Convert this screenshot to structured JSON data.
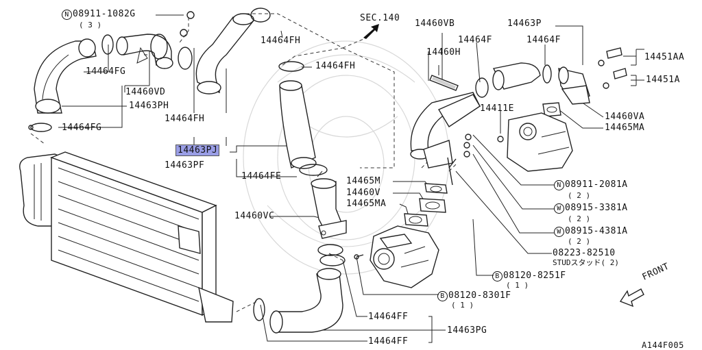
{
  "diagram_code": "A144F005",
  "reference_label": "SEC.140",
  "front_label": "FRONT",
  "highlighted_part": "14463PJ",
  "parts": {
    "n08911_1082g": "08911-1082G",
    "n08911_1082g_prefix": "N",
    "n08911_1082g_qty": "( 3 )",
    "p14464fh_top": "14464FH",
    "p14464fh_mid": "14464FH",
    "p14464fh_left": "14464FH",
    "p14464fg_upper": "14464FG",
    "p14464fg_lower": "14464FG",
    "p14460vd": "14460VD",
    "p14463ph": "14463PH",
    "p14463pj": "14463PJ",
    "p14463pf": "14463PF",
    "p14464fe": "14464FE",
    "p14465m": "14465M",
    "p14460v": "14460V",
    "p14465ma_center": "14465MA",
    "p14460vc": "14460VC",
    "p14460vb": "14460VB",
    "p14460h": "14460H",
    "p14463p": "14463P",
    "p14464f_a": "14464F",
    "p14464f_b": "14464F",
    "p14451aa": "14451AA",
    "p14451a": "14451A",
    "p14411e": "14411E",
    "p14460va": "14460VA",
    "p14465ma_right": "14465MA",
    "n08911_2081a": "08911-2081A",
    "n08911_2081a_prefix": "N",
    "n08911_2081a_qty": "( 2 )",
    "w08915_3381a": "08915-3381A",
    "w08915_3381a_prefix": "W",
    "w08915_3381a_qty": "( 2 )",
    "w08915_4381a": "08915-4381A",
    "w08915_4381a_prefix": "W",
    "w08915_4381a_qty": "( 2 )",
    "s08223_82510": "08223-82510",
    "s08223_82510_note": "STUDスタッド( 2)",
    "b08120_8251f": "08120-8251F",
    "b08120_8251f_prefix": "B",
    "b08120_8251f_qty": "( 1 )",
    "b08120_8301f": "08120-8301F",
    "b08120_8301f_prefix": "B",
    "b08120_8301f_qty": "( 1 )",
    "p14464ff_a": "14464FF",
    "p14464ff_b": "14464FF",
    "p14463pg": "14463PG"
  }
}
